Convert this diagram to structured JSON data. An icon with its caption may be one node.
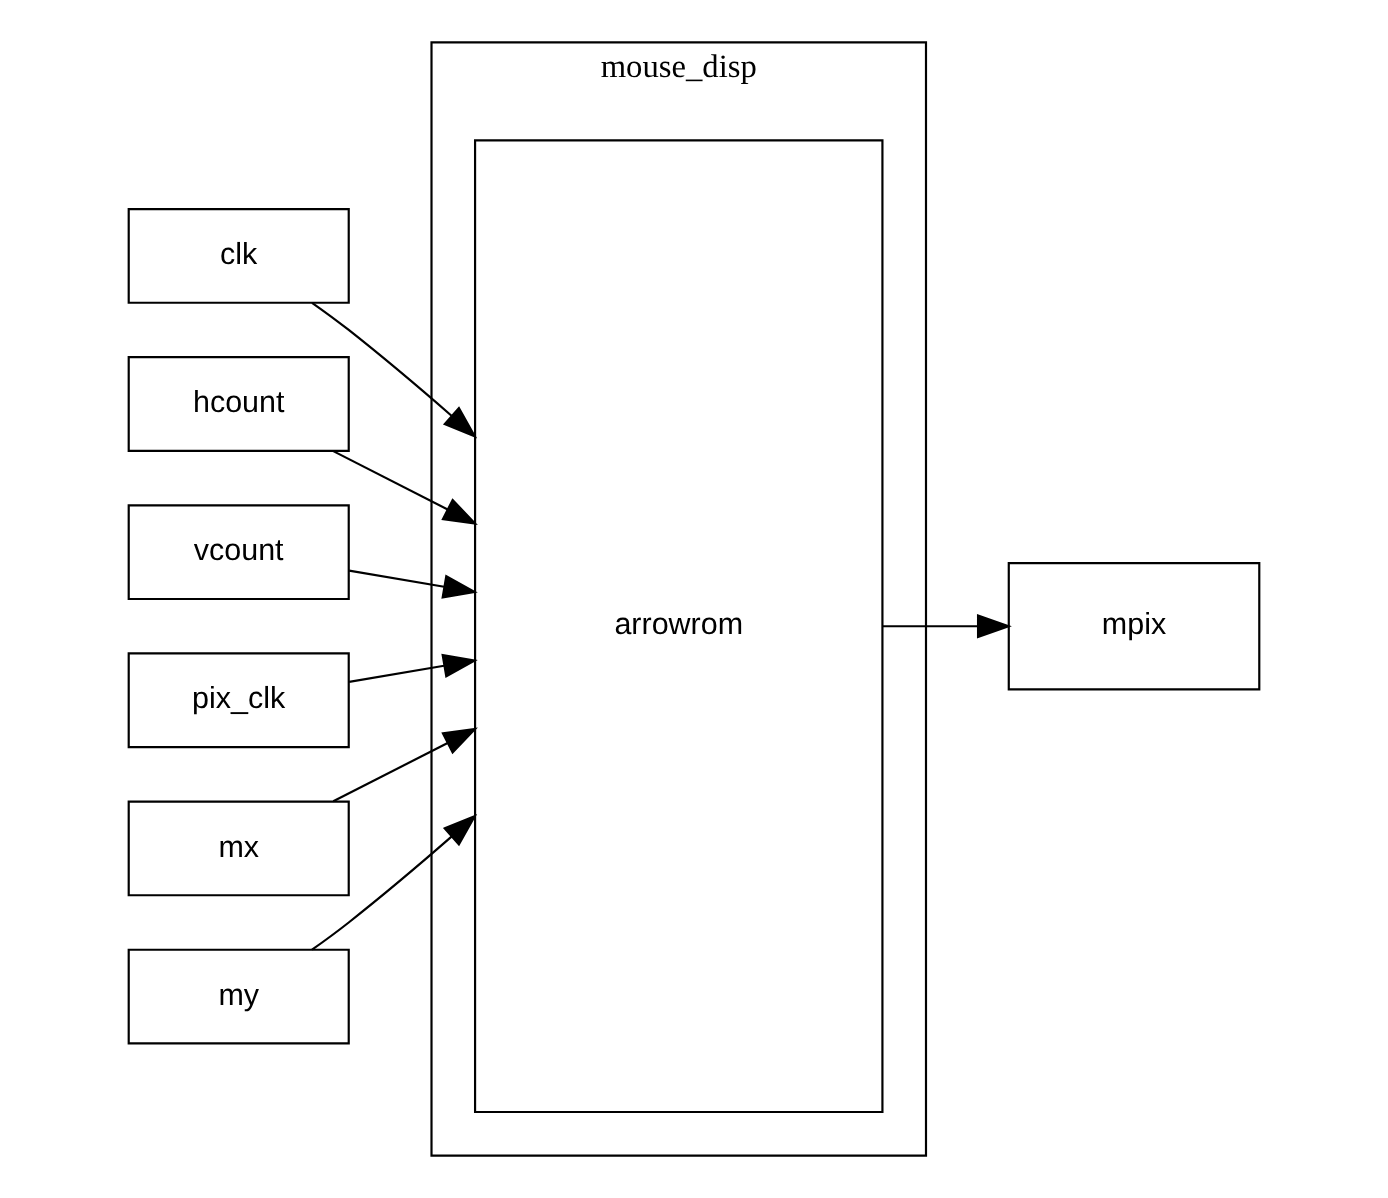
{
  "diagram": {
    "nodes": [
      {
        "text": [
          "mouse_disp"
        ]
      },
      {
        "text": [
          "arrowrom"
        ],
        "in": 0
      },
      {
        "text": [
          "clk"
        ]
      },
      {
        "text": [
          "hcount"
        ]
      },
      {
        "text": [
          "vcount"
        ]
      },
      {
        "text": [
          "pix_clk"
        ]
      },
      {
        "text": [
          "mx"
        ]
      },
      {
        "text": [
          "my"
        ]
      },
      {
        "text": [
          "mpix"
        ]
      }
    ],
    "edges": [
      {
        "from": 2,
        "to": 1,
        "arrow": "to"
      },
      {
        "from": 3,
        "to": 1,
        "arrow": "to"
      },
      {
        "from": 4,
        "to": 1,
        "arrow": "to"
      },
      {
        "from": 5,
        "to": 1,
        "arrow": "to"
      },
      {
        "from": 6,
        "to": 1,
        "arrow": "to"
      },
      {
        "from": 7,
        "to": 1,
        "arrow": "to"
      },
      {
        "from": 1,
        "to": 8,
        "arrow": "to"
      }
    ]
  }
}
